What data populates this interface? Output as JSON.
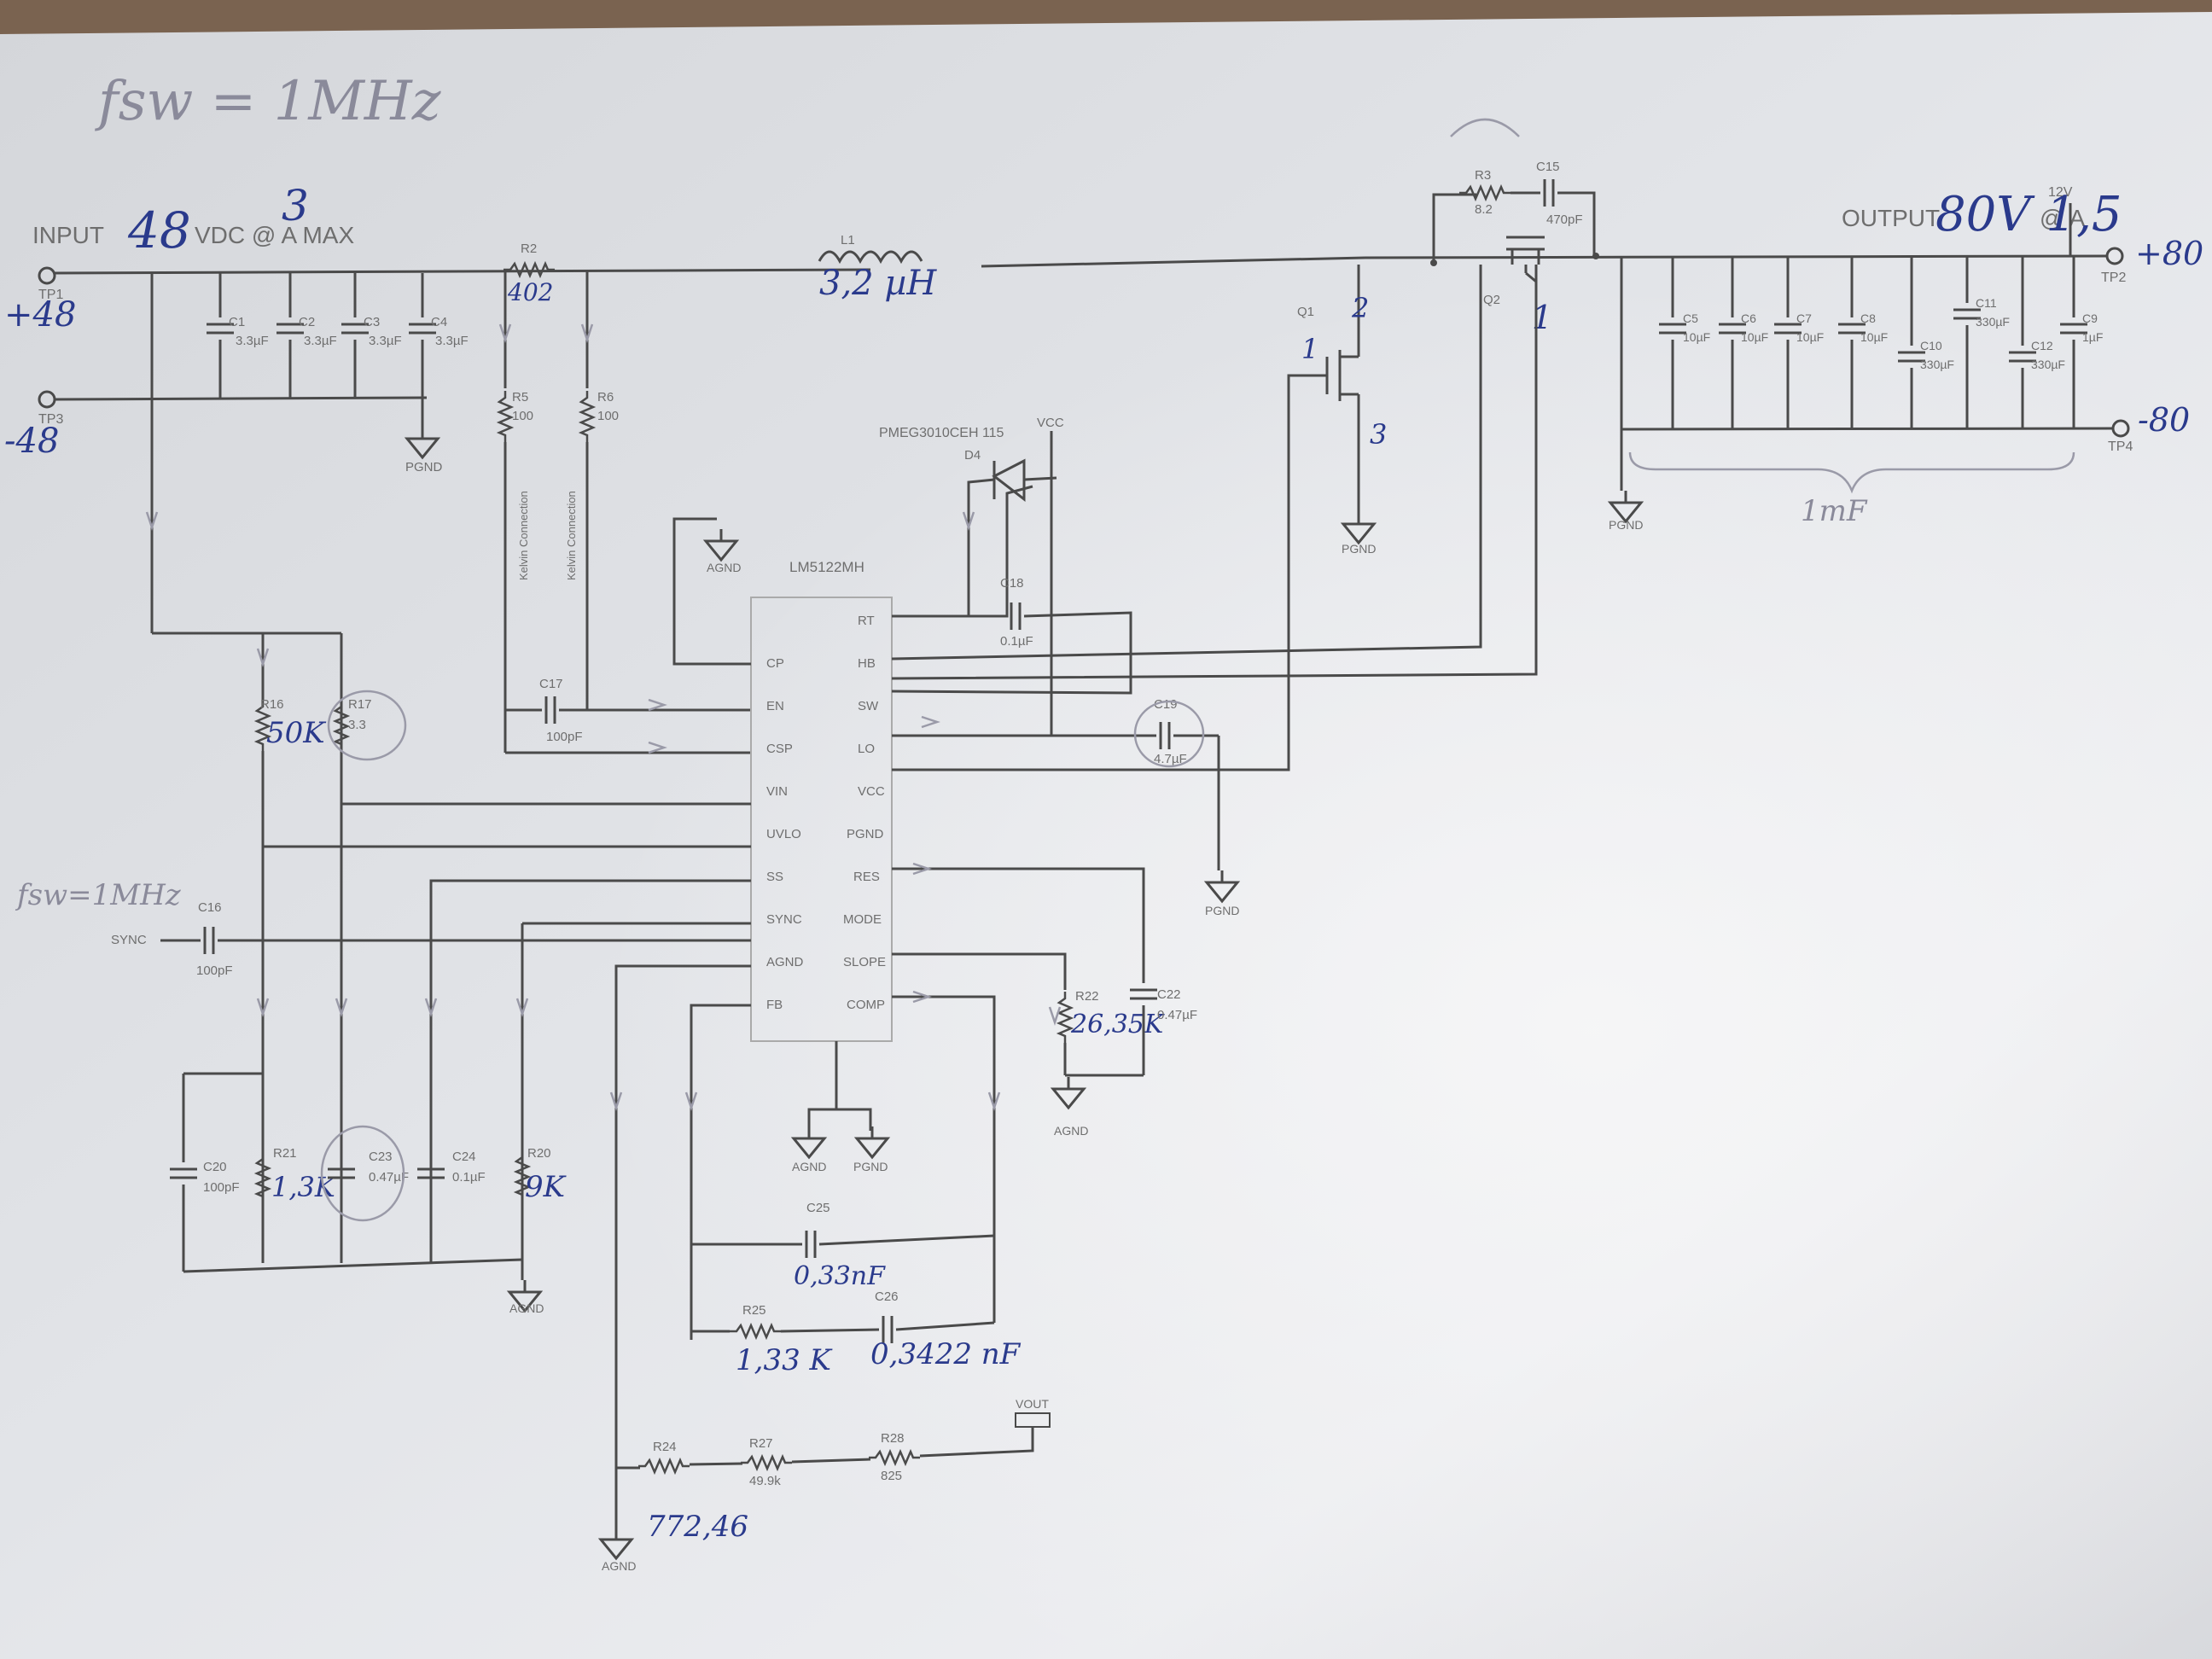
{
  "notes": {
    "fsw_title": "fsw = 1MHz",
    "fsw_sync": "fsw=1MHz",
    "input_plus": "+48",
    "input_minus": "-48",
    "output_plus": "+80",
    "output_minus": "-80",
    "output_cap_total": "1mF",
    "input_voltage_hw": "48",
    "input_current_hw": "3",
    "output_hw": "80V 1,5",
    "l1_value_hw": "3,2 µH",
    "r2_hw": "402",
    "q_pin1": "1",
    "q_pin2": "2",
    "q_pin3": "3",
    "d_pin1": "1",
    "r16_hw": "50K",
    "r21_hw": "1,3K",
    "r20_hw": "9K",
    "r22_hw": "26,35K",
    "c25_hw": "0,33nF",
    "r25_hw": "1,33 K",
    "c26_hw": "0,3422 nF",
    "r24_hw": "772,46"
  },
  "schematic": {
    "input_label": "INPUT",
    "input_rating": "VDC @ A MAX",
    "output_label": "OUTPUT",
    "output_rating": "@ A",
    "ic_name": "LM5122MH",
    "ic_pins_left": [
      "CP",
      "EN",
      "CSP",
      "VIN",
      "UVLO",
      "SS",
      "SYNC",
      "AGND",
      "FB"
    ],
    "ic_pins_right": [
      "RT",
      "HB",
      "SW",
      "LO",
      "VCC",
      "PGND",
      "RES",
      "MODE",
      "SLOPE",
      "COMP"
    ],
    "diode_part": "PMEG3010CEH 115",
    "diode_ref": "D4",
    "vcc_label": "VCC",
    "pgnd": "PGND",
    "agnd": "AGND",
    "sync_label": "SYNC",
    "vout_label": "VOUT",
    "kelvin1": "Kelvin Connection",
    "kelvin2": "Kelvin Connection",
    "q1_ref": "Q1",
    "q2_ref": "Q2",
    "tp1": "TP1",
    "tp2": "TP2",
    "tp3": "TP3",
    "tp4": "TP4",
    "lead_label": "12V"
  },
  "components": {
    "c1": {
      "ref": "C1",
      "val": "3.3µF"
    },
    "c2": {
      "ref": "C2",
      "val": "3.3µF"
    },
    "c3": {
      "ref": "C3",
      "val": "3.3µF"
    },
    "c4": {
      "ref": "C4",
      "val": "3.3µF"
    },
    "r2": {
      "ref": "R2"
    },
    "l1": {
      "ref": "L1"
    },
    "r5": {
      "ref": "R5",
      "val": "100"
    },
    "r6": {
      "ref": "R6",
      "val": "100"
    },
    "r3": {
      "ref": "R3",
      "val": "8.2"
    },
    "c15": {
      "ref": "C15",
      "val": "470pF"
    },
    "r16": {
      "ref": "R16"
    },
    "r17": {
      "ref": "R17",
      "val": "3.3"
    },
    "c17": {
      "ref": "C17",
      "val": "100pF"
    },
    "c18": {
      "ref": "C18",
      "val": "0.1µF"
    },
    "c19": {
      "ref": "C19",
      "val": "4.7µF"
    },
    "c5": {
      "ref": "C5",
      "val": "10µF"
    },
    "c6": {
      "ref": "C6",
      "val": "10µF"
    },
    "c7": {
      "ref": "C7",
      "val": "10µF"
    },
    "c8": {
      "ref": "C8",
      "val": "10µF"
    },
    "c10": {
      "ref": "C10",
      "val": "330µF"
    },
    "c11": {
      "ref": "C11",
      "val": "330µF"
    },
    "c12": {
      "ref": "C12",
      "val": "330µF"
    },
    "c9": {
      "ref": "C9",
      "val": "1µF"
    },
    "c16": {
      "ref": "C16",
      "val": "100pF"
    },
    "c20": {
      "ref": "C20",
      "val": "100pF"
    },
    "r21": {
      "ref": "R21"
    },
    "c23": {
      "ref": "C23",
      "val": "0.47µF"
    },
    "c24": {
      "ref": "C24",
      "val": "0.1µF"
    },
    "r20": {
      "ref": "R20"
    },
    "r22": {
      "ref": "R22"
    },
    "c22": {
      "ref": "C22",
      "val": "0.47µF"
    },
    "c25": {
      "ref": "C25"
    },
    "r25": {
      "ref": "R25"
    },
    "c26": {
      "ref": "C26"
    },
    "r24": {
      "ref": "R24"
    },
    "r27": {
      "ref": "R27",
      "val": "49.9k"
    },
    "r28": {
      "ref": "R28",
      "val": "825"
    }
  }
}
